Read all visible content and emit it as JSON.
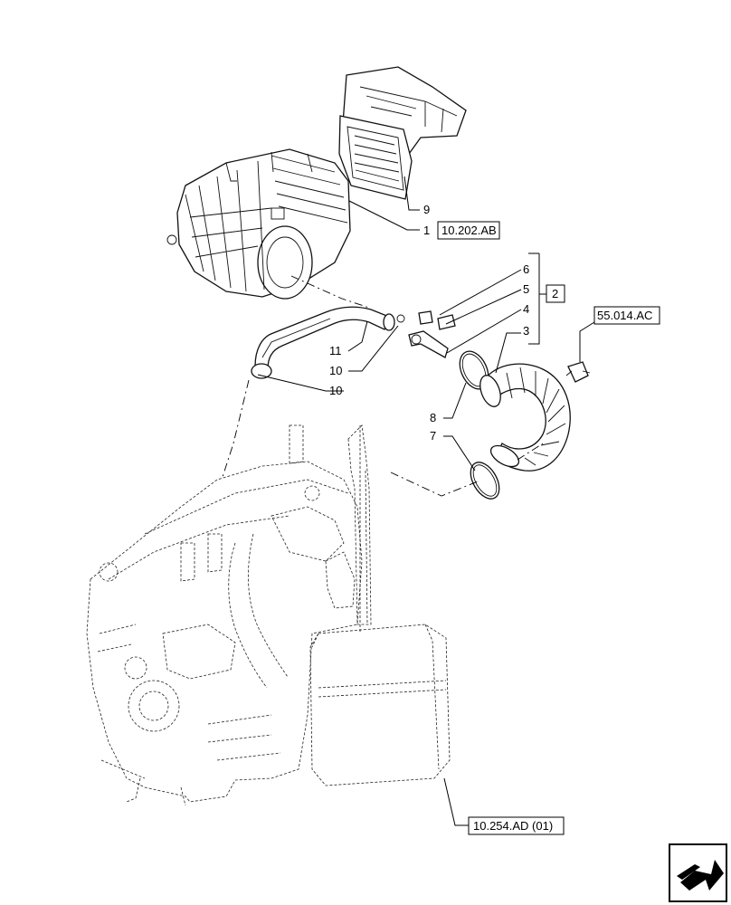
{
  "callouts": {
    "c1": "1",
    "c2": "2",
    "c3": "3",
    "c4": "4",
    "c5": "5",
    "c6": "6",
    "c7": "7",
    "c8": "8",
    "c9": "9",
    "c10a": "10",
    "c10b": "10",
    "c11": "11"
  },
  "references": {
    "air_cleaner_ref": "10.202.AB",
    "sensor_ref": "55.014.AC",
    "muffler_ref": "10.254.AD (01)"
  },
  "nav_icon": "next-page-arrow-icon"
}
